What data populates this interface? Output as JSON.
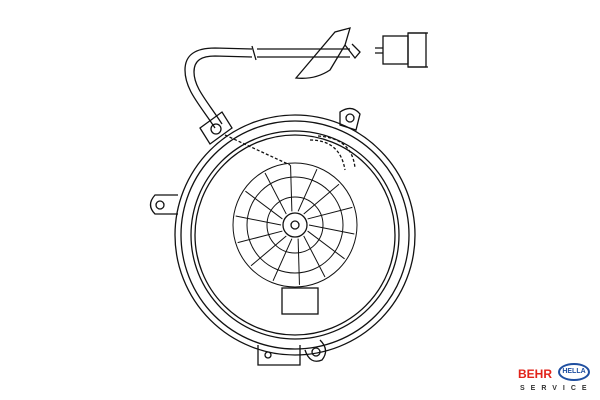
{
  "drawing": {
    "subject": "blower-motor"
  },
  "logo": {
    "brand1": "BEHR",
    "brand2": "HELLA",
    "tagline": "SERVICE",
    "brand1_color": "#e2231a",
    "brand2_color": "#1f4fa0"
  }
}
